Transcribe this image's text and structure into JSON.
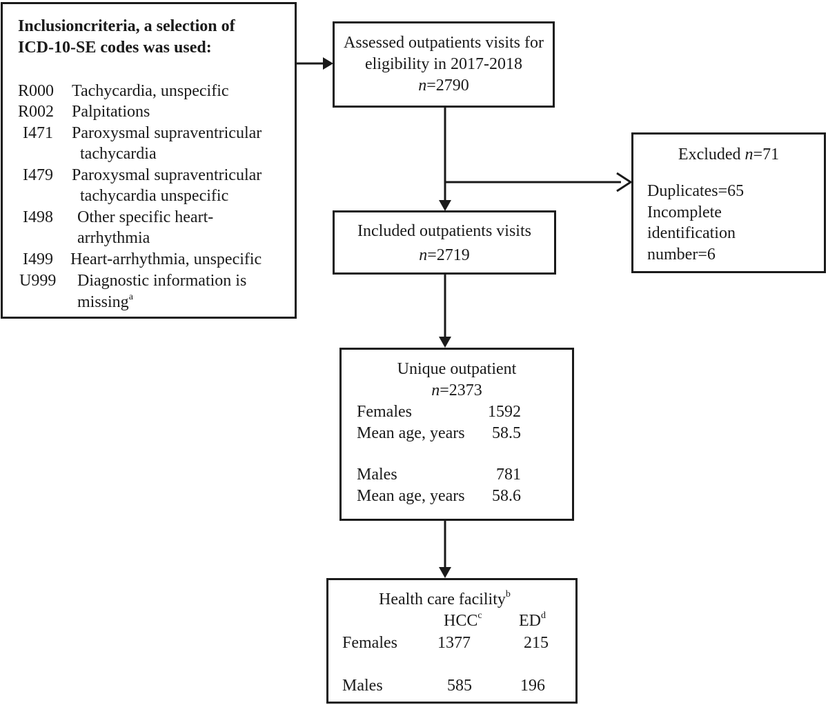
{
  "inclusion": {
    "heading_line1": "Inclusioncriteria, a selection of",
    "heading_line2": "ICD-10-SE codes was used:",
    "codes": [
      {
        "code": "R000",
        "desc_line1": "Tachycardia, unspecific",
        "desc_line2": ""
      },
      {
        "code": "R002",
        "desc_line1": "Palpitations",
        "desc_line2": ""
      },
      {
        "code": "I471",
        "desc_line1": "Paroxysmal supraventricular",
        "desc_line2": "tachycardia"
      },
      {
        "code": "I479",
        "desc_line1": "Paroxysmal supraventricular",
        "desc_line2": "tachycardia unspecific"
      },
      {
        "code": "I498",
        "desc_line1": "Other specific heart-",
        "desc_line2": "arrhythmia"
      },
      {
        "code": "I499",
        "desc_line1": "Heart-arrhythmia, unspecific",
        "desc_line2": ""
      },
      {
        "code": "U999",
        "desc_line1": "Diagnostic information is",
        "desc_line2": "missing",
        "desc_line2_sup": "a"
      }
    ]
  },
  "assessed": {
    "line1": "Assessed outpatients visits for",
    "line2": "eligibility in 2017-2018",
    "n_label": "n",
    "n_value": "=2790"
  },
  "excluded": {
    "title_prefix": "Excluded ",
    "n_label": "n",
    "n_value": "=71",
    "line1": "Duplicates=65",
    "line2": "Incomplete",
    "line3": "identification",
    "line4": "number=6"
  },
  "included": {
    "line1": "Included outpatients visits",
    "n_label": "n",
    "n_value": "=2719"
  },
  "unique": {
    "title": "Unique outpatient",
    "n_label": "n",
    "n_value": "=2373",
    "rows": [
      {
        "label": "Females",
        "value": "1592"
      },
      {
        "label": "Mean age, years",
        "value": "58.5"
      },
      {
        "label": "Males",
        "value": "781"
      },
      {
        "label": "Mean age, years",
        "value": "58.6"
      }
    ]
  },
  "facility": {
    "title": "Health care facility",
    "title_sup": "b",
    "col1": "HCC",
    "col1_sup": "c",
    "col2": "ED",
    "col2_sup": "d",
    "rows": [
      {
        "label": "Females",
        "hcc": "1377",
        "ed": "215"
      },
      {
        "label": "Males",
        "hcc": "585",
        "ed": "196"
      }
    ]
  }
}
